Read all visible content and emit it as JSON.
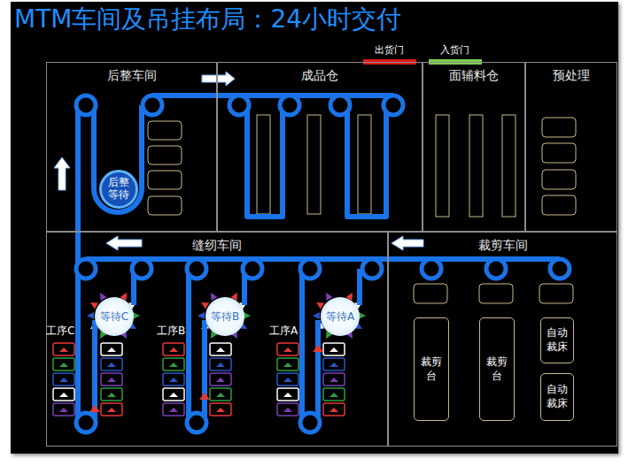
{
  "diagram": {
    "title": "MTM车间及吊挂布局：24小时交付",
    "nodes": [
      {
        "text": [
          "后整车间"
        ]
      },
      {
        "text": [
          "后整等待"
        ],
        "in": 0
      },
      {
        "text": [
          "成品仓"
        ]
      },
      {
        "text": [
          "面辅料仓"
        ]
      },
      {
        "text": [
          "预处理"
        ]
      },
      {
        "text": [
          "缝纫车间"
        ]
      },
      {
        "text": [
          "等待C"
        ],
        "in": 5
      },
      {
        "text": [
          "等待B"
        ],
        "in": 5
      },
      {
        "text": [
          "等待A"
        ],
        "in": 5
      },
      {
        "text": [
          "裁剪车间"
        ]
      },
      {
        "text": [
          "裁剪台"
        ],
        "in": 9
      },
      {
        "text": [
          "裁剪台"
        ],
        "in": 9
      },
      {
        "text": [
          "自动裁床"
        ],
        "in": 9
      },
      {
        "text": [
          "自动裁床"
        ],
        "in": 9
      }
    ],
    "labels": [
      "出货门",
      "入货门",
      "工序C",
      "工序B",
      "工序A"
    ]
  }
}
